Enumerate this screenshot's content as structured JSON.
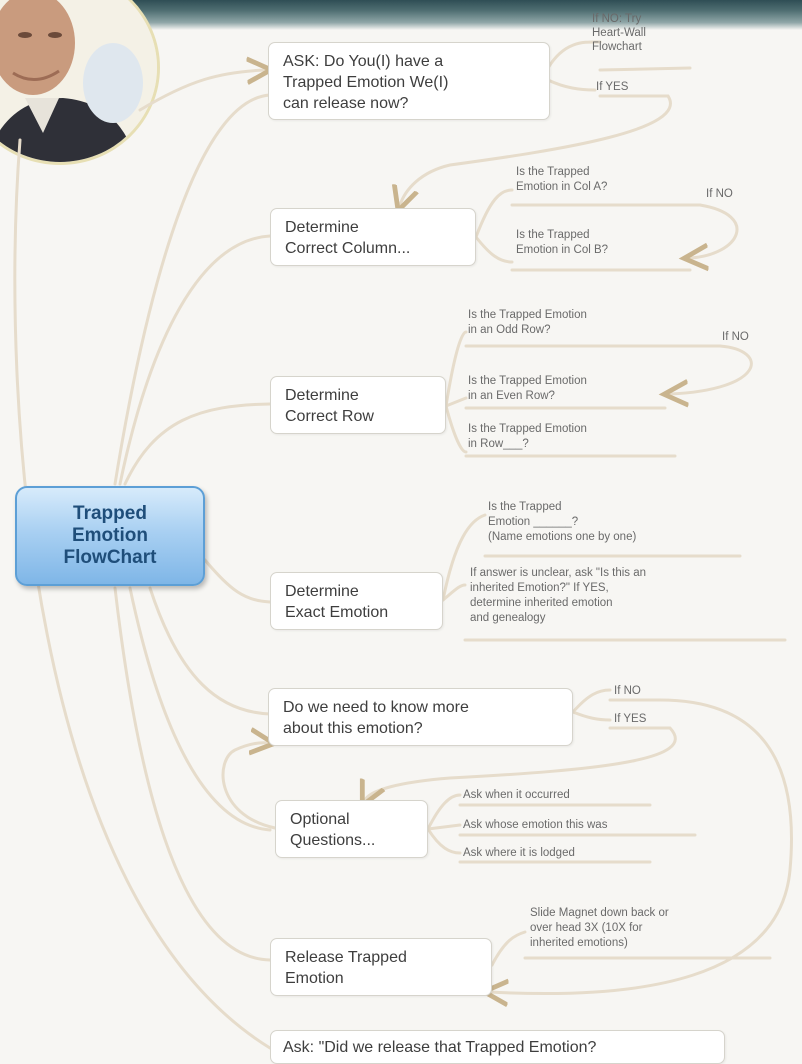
{
  "diagram": {
    "root": "Trapped\nEmotion\nFlowChart",
    "steps": [
      {
        "id": "ask",
        "text": "ASK: Do You(I) have a\nTrapped Emotion We(I)\ncan release now?"
      },
      {
        "id": "column",
        "text": "Determine\nCorrect Column..."
      },
      {
        "id": "row",
        "text": "Determine\nCorrect Row"
      },
      {
        "id": "exact",
        "text": "Determine\nExact Emotion"
      },
      {
        "id": "more",
        "text": "Do we need to know more\nabout this emotion?"
      },
      {
        "id": "optional",
        "text": "Optional\nQuestions..."
      },
      {
        "id": "release",
        "text": "Release  Trapped\nEmotion"
      },
      {
        "id": "final",
        "text": "Ask: \"Did we release that Trapped Emotion?"
      }
    ],
    "leaves": {
      "ask_no": "If NO: Try\nHeart-Wall\nFlowchart",
      "ask_yes": "If YES",
      "col_a": "Is the Trapped\nEmotion in Col A?",
      "col_b": "Is the Trapped\nEmotion in Col B?",
      "col_no": "If NO",
      "row_odd": "Is the Trapped Emotion\nin an Odd Row?",
      "row_even": "Is the Trapped Emotion\nin an Even Row?",
      "row_blank": "Is the Trapped Emotion\nin Row___?",
      "row_no": "If NO",
      "exact_name": "Is the Trapped\nEmotion ______?\n(Name emotions one by one)",
      "exact_unclear": "If answer is unclear, ask \"Is this an\ninherited Emotion?\" If YES,\ndetermine inherited emotion\nand genealogy",
      "more_no": "If NO",
      "more_yes": "If YES",
      "opt_when": "Ask when it occurred",
      "opt_whose": "Ask whose emotion this was",
      "opt_where": "Ask where it is lodged",
      "release_magnet": "Slide Magnet down back or\nover head 3X (10X for\ninherited emotions)"
    }
  },
  "colors": {
    "root_fill": "#8ec2ec",
    "root_border": "#5d9fd6",
    "root_text": "#1f4e7a",
    "connector": "#e6dccb",
    "arrowhead": "#c9b48e",
    "box_border": "#d6d4cc"
  }
}
